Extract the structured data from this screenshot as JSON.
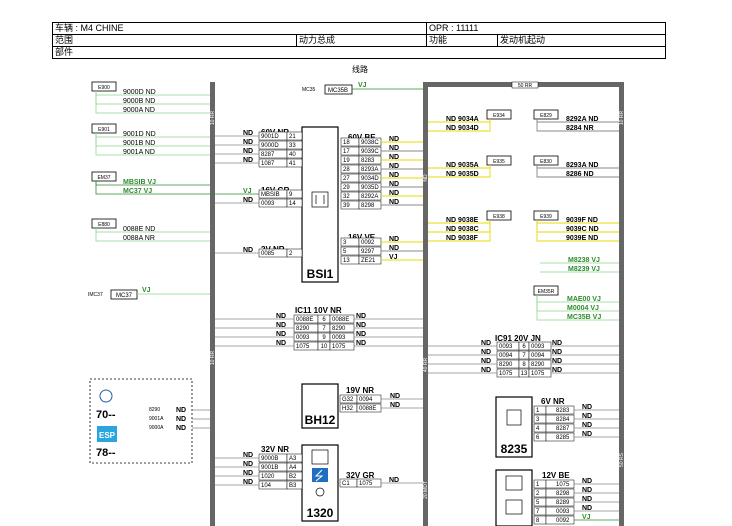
{
  "header": {
    "vehicle_label": "车辆 : M4 CHINE",
    "opr_label": "OPR : 11111",
    "scope_label": "范围",
    "system": "动力总成",
    "function_label": "功能",
    "function_value": "发动机起动",
    "part_label": "部件"
  },
  "diagram_title": "线路",
  "colors": {
    "yellow": "#e8d800",
    "green": "#2e8b2e",
    "light_green": "#8cd98c",
    "bus": "#666666"
  },
  "ground_labels": {
    "g1": "10 RR",
    "g2": "10 RR",
    "g3": "50 RR",
    "g4": "10 RR",
    "g5": "40 RR",
    "g6": "20 MDT",
    "g7": "50 RS"
  },
  "left_sensors": [
    {
      "id": "E900",
      "lines": [
        "9000D ND",
        "9000B ND",
        "9000A ND"
      ]
    },
    {
      "id": "E901",
      "lines": [
        "9001D ND",
        "9001B ND",
        "9001A ND"
      ]
    },
    {
      "id": "EM37",
      "lines": [
        "MBSIB VJ",
        "MC37 VJ"
      ]
    },
    {
      "id": "E880",
      "lines": [
        "0088E ND",
        "0088A NR"
      ]
    }
  ],
  "mc35": {
    "ref": "MC35",
    "box": "MC35B",
    "wire": "VJ"
  },
  "mc37": {
    "ref": "IMC37",
    "box": "MC37",
    "wire": "VJ"
  },
  "bsi": {
    "name": "BSI1",
    "connectors_left": [
      {
        "title": "60V NR",
        "pins": [
          [
            "9001D",
            "21"
          ],
          [
            "9000D",
            "33"
          ],
          [
            "8287",
            "40"
          ],
          [
            "1087",
            "41"
          ]
        ],
        "wires": [
          "ND",
          "ND",
          "ND",
          "ND"
        ]
      },
      {
        "title": "16V GR",
        "pins": [
          [
            "MBSIB",
            "9"
          ],
          [
            "0093",
            "14"
          ]
        ],
        "wires": [
          "VJ",
          "ND"
        ]
      },
      {
        "title": "2V NR",
        "pins": [
          [
            "0085",
            "2"
          ]
        ],
        "wires": [
          "ND"
        ]
      }
    ],
    "connectors_right": [
      {
        "title": "60V BE",
        "pins": [
          [
            "18",
            "9038C"
          ],
          [
            "17",
            "9039C"
          ],
          [
            "19",
            "8283"
          ],
          [
            "28",
            "8293A"
          ],
          [
            "27",
            "9034D"
          ],
          [
            "29",
            "9035D"
          ],
          [
            "32",
            "8292A"
          ],
          [
            "39",
            "8298"
          ]
        ],
        "wires": [
          "ND",
          "ND",
          "ND",
          "ND",
          "ND",
          "ND",
          "ND",
          "ND"
        ]
      },
      {
        "title": "16V VE",
        "pins": [
          [
            "3",
            "0092"
          ],
          [
            "5",
            "9297"
          ],
          [
            "13",
            "ZE21"
          ]
        ],
        "wires": [
          "ND",
          "ND",
          "VJ"
        ]
      }
    ]
  },
  "right_sensors": [
    {
      "id": "E934",
      "lines": [
        "ND 9034A",
        "ND 9034D"
      ]
    },
    {
      "id": "E829",
      "lines": [
        "8292A ND",
        "8284 NR"
      ]
    },
    {
      "id": "E935",
      "lines": [
        "ND 9035A",
        "ND 9035D"
      ]
    },
    {
      "id": "E830",
      "lines": [
        "8293A ND",
        "8286 ND"
      ]
    },
    {
      "id": "E938",
      "lines": [
        "ND 9038E",
        "ND 9038C",
        "ND 9038F"
      ]
    },
    {
      "id": "E939",
      "lines": [
        "9039F ND",
        "9039C ND",
        "9039E ND"
      ]
    }
  ],
  "m8238": {
    "lines": [
      "M8238 VJ",
      "M8239 VJ"
    ]
  },
  "em35r": {
    "id": "EM35R",
    "lines": [
      "MAE00 VJ",
      "M0004 VJ",
      "MC35B VJ"
    ]
  },
  "ic11": {
    "title": "IC11  10V NR",
    "rows": [
      [
        "0088E",
        "6",
        "0088E"
      ],
      [
        "8290",
        "7",
        "8290"
      ],
      [
        "0093",
        "9",
        "0093"
      ],
      [
        "1075",
        "10",
        "1075"
      ]
    ],
    "wires_left": [
      "ND",
      "ND",
      "ND",
      "ND"
    ],
    "wires_right": [
      "ND",
      "ND",
      "ND",
      "ND"
    ]
  },
  "ic91": {
    "title": "IC91  20V JN",
    "rows": [
      [
        "0093",
        "6",
        "0093"
      ],
      [
        "0094",
        "7",
        "0094"
      ],
      [
        "8290",
        "8",
        "8290"
      ],
      [
        "1075",
        "13",
        "1075"
      ]
    ],
    "wires_left": [
      "ND",
      "ND",
      "ND",
      "ND"
    ],
    "wires_right": [
      "ND",
      "ND",
      "ND",
      "ND"
    ]
  },
  "esp": {
    "code1": "70--",
    "code2": "78--",
    "badge": "ESP",
    "pins": [
      "8290",
      "9001A",
      "9000A"
    ],
    "wires": [
      "ND",
      "ND",
      "ND"
    ]
  },
  "bh12": {
    "name": "BH12",
    "conn": "19V NR",
    "pins": [
      [
        "G32",
        "0094"
      ],
      [
        "H32",
        "0088E"
      ]
    ],
    "wires": [
      "ND",
      "ND"
    ]
  },
  "c1320": {
    "name": "1320",
    "conn_left": "32V NR",
    "pins_left": [
      [
        "9000B",
        "A3"
      ],
      [
        "9001B",
        "A4"
      ],
      [
        "1020",
        "B2"
      ],
      [
        "104",
        "B3"
      ]
    ],
    "wires_left": [
      "ND",
      "ND",
      "ND",
      "ND"
    ],
    "conn_right": "32V GR",
    "pins_right": [
      [
        "C1",
        "1075"
      ]
    ],
    "wires_right": [
      "ND"
    ]
  },
  "c8235": {
    "name": "8235",
    "conn": "6V NR",
    "pins": [
      [
        "1",
        "8283"
      ],
      [
        "3",
        "8284"
      ],
      [
        "4",
        "8287"
      ],
      [
        "6",
        "8285"
      ]
    ],
    "wires": [
      "ND",
      "ND",
      "ND",
      "ND"
    ]
  },
  "c12v": {
    "conn": "12V BE",
    "pins": [
      [
        "1",
        "1075"
      ],
      [
        "2",
        "8298"
      ],
      [
        "5",
        "8289"
      ],
      [
        "7",
        "0093"
      ],
      [
        "8",
        "0092"
      ]
    ],
    "wires": [
      "ND",
      "ND",
      "ND",
      "ND",
      "VJ"
    ]
  }
}
